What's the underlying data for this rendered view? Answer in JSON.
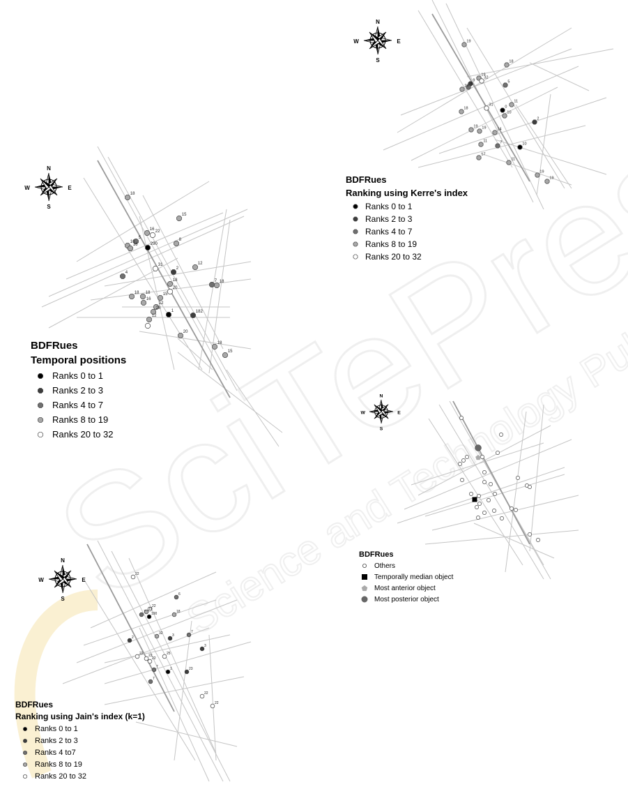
{
  "watermark": {
    "line1": "SciTePress",
    "line2": "Science and Technology Publications",
    "color": "#ecc048"
  },
  "compass": {
    "n": "N",
    "s": "S",
    "e": "E",
    "w": "W"
  },
  "colors": {
    "c0": "#000000",
    "c1": "#3d3d3d",
    "c2": "#707070",
    "c3": "#a8a8a8",
    "c4": "#ffffff",
    "road": "#c4c4c4",
    "road_dark": "#9a9a9a"
  },
  "panels": [
    {
      "id": "temporal",
      "title": "BDFRues",
      "subtitle": "Temporal positions",
      "legend": [
        {
          "label": "Ranks 0 to 1",
          "cls": 0
        },
        {
          "label": "Ranks 2 to 3",
          "cls": 1
        },
        {
          "label": "Ranks 4 to 7",
          "cls": 2
        },
        {
          "label": "Ranks 8 to 19",
          "cls": 3
        },
        {
          "label": "Ranks 20 to 32",
          "cls": 4
        }
      ],
      "points": [
        {
          "cls": 3,
          "label": "18"
        },
        {
          "cls": 3,
          "label": "15"
        },
        {
          "cls": 3,
          "label": "16"
        },
        {
          "cls": 4,
          "label": "22"
        },
        {
          "cls": 2,
          "label": "5"
        },
        {
          "cls": 3,
          "label": "10"
        },
        {
          "cls": 3,
          "label": "16"
        },
        {
          "cls": 0,
          "label": "290"
        },
        {
          "cls": 3,
          "label": "8"
        },
        {
          "cls": 4,
          "label": "31"
        },
        {
          "cls": 1,
          "label": "2"
        },
        {
          "cls": 3,
          "label": "12"
        },
        {
          "cls": 2,
          "label": "4"
        },
        {
          "cls": 3,
          "label": "18"
        },
        {
          "cls": 2,
          "label": "7"
        },
        {
          "cls": 3,
          "label": "18"
        },
        {
          "cls": 3,
          "label": "18"
        },
        {
          "cls": 4,
          "label": "20"
        },
        {
          "cls": 3,
          "label": "18"
        },
        {
          "cls": 3,
          "label": "16"
        },
        {
          "cls": 3,
          "label": "15"
        },
        {
          "cls": 3,
          "label": "12"
        },
        {
          "cls": 3,
          "label": "28"
        },
        {
          "cls": 0,
          "label": "1"
        },
        {
          "cls": 1,
          "label": "182"
        },
        {
          "cls": 3,
          "label": "20"
        },
        {
          "cls": 4,
          "label": ""
        },
        {
          "cls": 3,
          "label": "12"
        },
        {
          "cls": 3,
          "label": "18"
        },
        {
          "cls": 3,
          "label": "15"
        }
      ]
    },
    {
      "id": "kerre",
      "title": "BDFRues",
      "subtitle": "Ranking using Kerre's index",
      "legend": [
        {
          "label": "Ranks 0 to 1",
          "cls": 0
        },
        {
          "label": "Ranks 2 to 3",
          "cls": 1
        },
        {
          "label": "Ranks 4 to 7",
          "cls": 2
        },
        {
          "label": "Ranks 8 to 19",
          "cls": 3
        },
        {
          "label": "Ranks 20 to 32",
          "cls": 4
        }
      ],
      "points": [
        {
          "cls": 3,
          "label": "19"
        },
        {
          "cls": 3,
          "label": "18"
        },
        {
          "cls": 3,
          "label": "19"
        },
        {
          "cls": 4,
          "label": "32"
        },
        {
          "cls": 1,
          "label": "9"
        },
        {
          "cls": 2,
          "label": "6"
        },
        {
          "cls": 3,
          "label": "29"
        },
        {
          "cls": 2,
          "label": "5"
        },
        {
          "cls": 3,
          "label": "18"
        },
        {
          "cls": 4,
          "label": "31"
        },
        {
          "cls": 0,
          "label": "0"
        },
        {
          "cls": 3,
          "label": "11"
        },
        {
          "cls": 3,
          "label": "10"
        },
        {
          "cls": 1,
          "label": "2"
        },
        {
          "cls": 3,
          "label": "19"
        },
        {
          "cls": 3,
          "label": "19"
        },
        {
          "cls": 3,
          "label": "14"
        },
        {
          "cls": 3,
          "label": "11"
        },
        {
          "cls": 2,
          "label": "7"
        },
        {
          "cls": 0,
          "label": "10"
        },
        {
          "cls": 3,
          "label": "17"
        },
        {
          "cls": 3,
          "label": "11"
        },
        {
          "cls": 3,
          "label": "19"
        },
        {
          "cls": 3,
          "label": "19"
        }
      ]
    },
    {
      "id": "jain",
      "title": "BDFRues",
      "subtitle": "Ranking using Jain's index (k=1)",
      "legend": [
        {
          "label": "Ranks 0 to 1",
          "cls": 0
        },
        {
          "label": "Ranks 2 to 3",
          "cls": 1
        },
        {
          "label": "Ranks 4 to7",
          "cls": 2
        },
        {
          "label": "Ranks 8 to 19",
          "cls": 3
        },
        {
          "label": "Ranks 20 to 32",
          "cls": 4
        }
      ],
      "points": [
        {
          "cls": 4,
          "label": "22"
        },
        {
          "cls": 2,
          "label": "6"
        },
        {
          "cls": 4,
          "label": "22"
        },
        {
          "cls": 3,
          "label": "19"
        },
        {
          "cls": 2,
          "label": "7"
        },
        {
          "cls": 3,
          "label": "18"
        },
        {
          "cls": 0,
          "label": "190"
        },
        {
          "cls": 3,
          "label": "32"
        },
        {
          "cls": 1,
          "label": "3"
        },
        {
          "cls": 2,
          "label": "7"
        },
        {
          "cls": 1,
          "label": "2"
        },
        {
          "cls": 1,
          "label": "3"
        },
        {
          "cls": 4,
          "label": "22"
        },
        {
          "cls": 4,
          "label": "22"
        },
        {
          "cls": 4,
          "label": "25"
        },
        {
          "cls": 4,
          "label": "22"
        },
        {
          "cls": 2,
          "label": "7"
        },
        {
          "cls": 0,
          "label": "1"
        },
        {
          "cls": 1,
          "label": "23"
        },
        {
          "cls": 2,
          "label": "7"
        },
        {
          "cls": 4,
          "label": "22"
        },
        {
          "cls": 4,
          "label": "22"
        }
      ]
    },
    {
      "id": "median",
      "title": "BDFRues",
      "legend": [
        {
          "label": "Others",
          "shape": "circle"
        },
        {
          "label": "Temporally median object",
          "shape": "square"
        },
        {
          "label": "Most anterior object",
          "shape": "pentagon"
        },
        {
          "label": "Most posterior object",
          "shape": "bigcircle"
        }
      ]
    }
  ]
}
